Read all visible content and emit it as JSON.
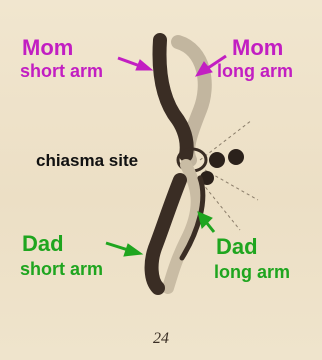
{
  "labels": {
    "mom_short": {
      "title": "Mom",
      "sub": "short arm"
    },
    "mom_long": {
      "title": "Mom",
      "sub": "long arm"
    },
    "chiasma": "chiasma site",
    "dad_short": {
      "title": "Dad",
      "sub": "short arm"
    },
    "dad_long": {
      "title": "Dad",
      "sub": "long arm"
    }
  },
  "figure_number": "24",
  "colors": {
    "mom": "#c21ec2",
    "dad": "#1fa51f",
    "chromatid_dark": "#3a2d24",
    "chromatid_light": "#b9aa92",
    "background": "#eee2c9"
  }
}
